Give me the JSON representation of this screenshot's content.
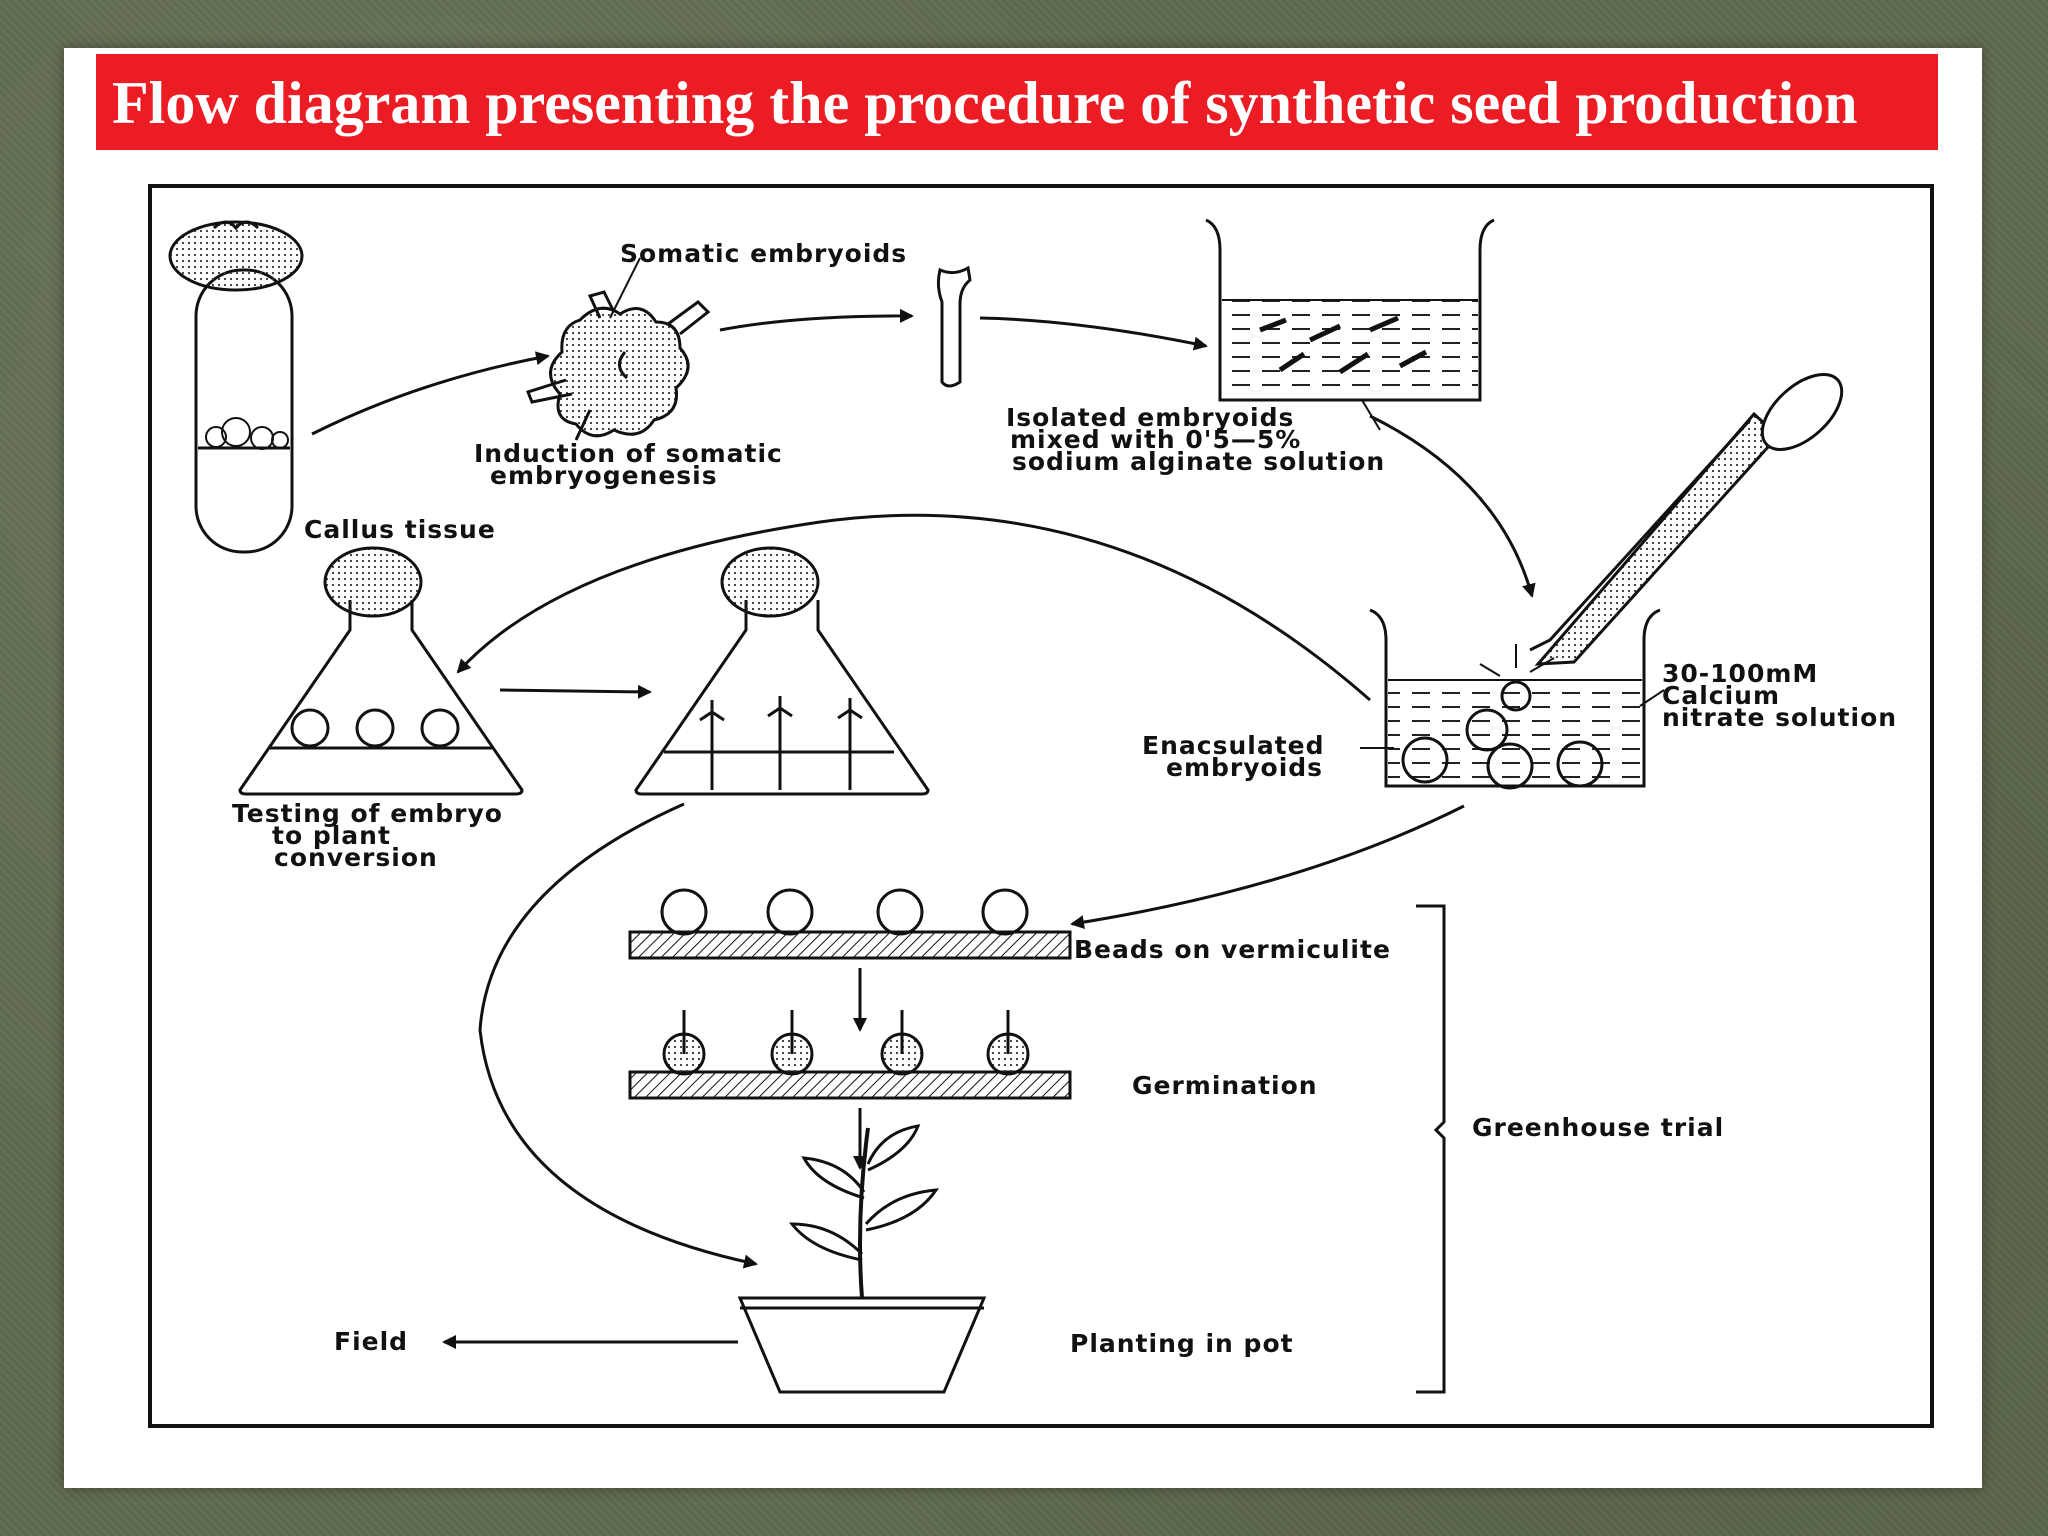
{
  "title": "Flow diagram presenting the procedure of synthetic seed production",
  "labels": {
    "callus_tissue": "Callus tissue",
    "somatic_embryoids": "Somatic embryoids",
    "induction_line1": "Induction of somatic",
    "induction_line2": "embryogenesis",
    "isolated_line1": "Isolated embryoids",
    "isolated_line2": "mixed with 0'5—5%",
    "isolated_line3": "sodium alginate solution",
    "calcium_line1": "30-100mM",
    "calcium_line2": "Calcium",
    "calcium_line3": "nitrate solution",
    "encapsulated_line1": "Enacsulated",
    "encapsulated_line2": "embryoids",
    "testing_line1": "Testing of embryo",
    "testing_line2": "to plant",
    "testing_line3": "conversion",
    "beads": "Beads on vermiculite",
    "germination": "Germination",
    "greenhouse": "Greenhouse trial",
    "planting": "Planting in pot",
    "field": "Field"
  },
  "colors": {
    "title_bar": "#ec1c24",
    "slide_bg": "#ffffff",
    "frame_bg": "#5f6b4f"
  }
}
